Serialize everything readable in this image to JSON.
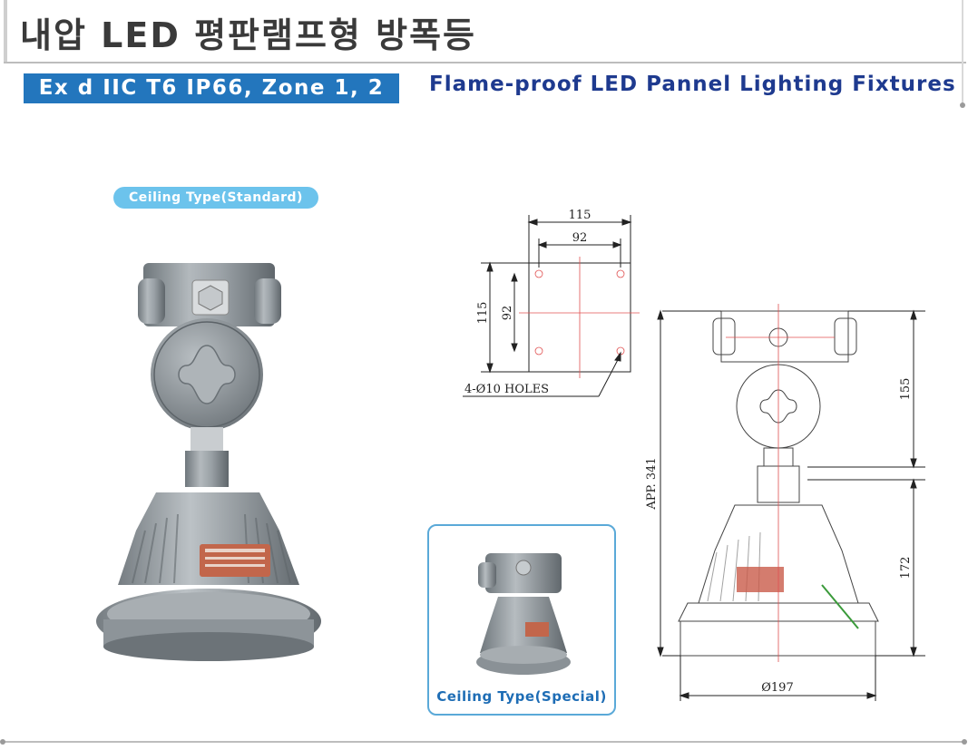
{
  "header": {
    "title": "내압 LED 평판램프형 방폭등",
    "rating_badge": "Ex d IIC T6 IP66, Zone 1, 2",
    "subtitle": "Flame-proof LED Pannel Lighting Fixtures"
  },
  "products": {
    "standard_label": "Ceiling Type(Standard)",
    "special_label": "Ceiling Type(Special)"
  },
  "drawing": {
    "plate_outer_width": "115",
    "plate_hole_pitch_h": "92",
    "plate_outer_height": "115",
    "plate_hole_pitch_v": "92",
    "holes_note": "4-Ø10 HOLES",
    "overall_height": "APP. 341",
    "upper_height": "155",
    "lower_height": "172",
    "diameter": "Ø197"
  },
  "colors": {
    "badge_blue": "#2376bd",
    "subtitle_navy": "#1e3a8f",
    "pill_light_blue": "#6cc3ec",
    "fixture_gray": "#8f969b"
  }
}
